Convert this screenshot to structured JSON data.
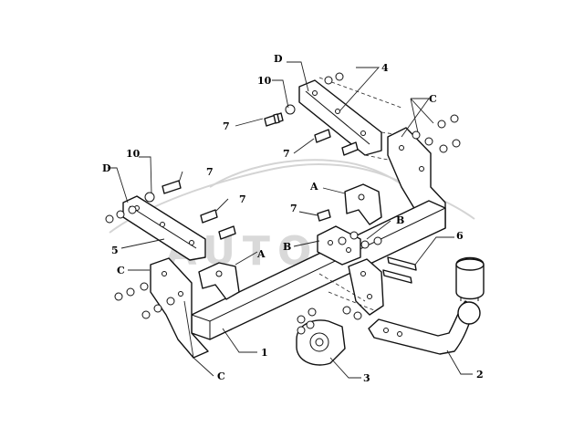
{
  "labels": {
    "part1": "1",
    "part2": "2",
    "part3": "3",
    "part4": "4",
    "part5": "5",
    "part6": "6",
    "part7a": "7",
    "part7b": "7",
    "part7c": "7",
    "part7d": "7",
    "part7e": "7",
    "part10a": "10",
    "part10b": "10",
    "letterA1": "A",
    "letterA2": "A",
    "letterB1": "B",
    "letterB2": "B",
    "letterC1": "C",
    "letterC2": "C",
    "letterC3": "C",
    "letterD1": "D",
    "letterD2": "D"
  },
  "watermark": {
    "text": "AUTO-A"
  }
}
